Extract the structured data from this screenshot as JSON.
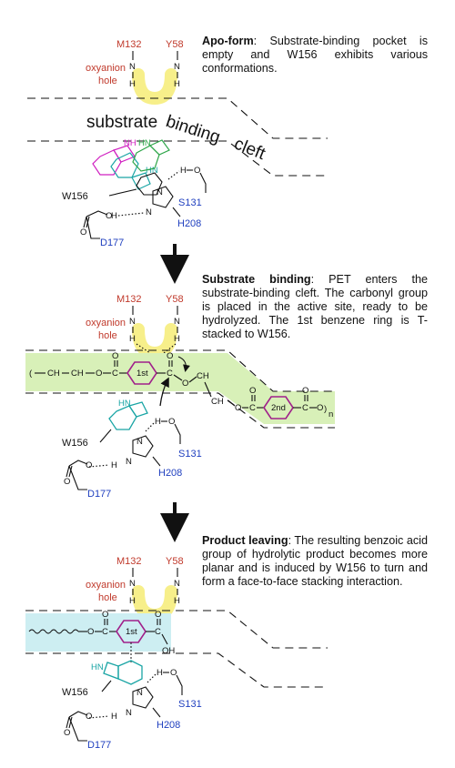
{
  "panels": [
    {
      "heading": "Apo-form",
      "text": "Substrate-binding pocket is empty and W156 exhibits various conformations."
    },
    {
      "heading": "Substrate binding",
      "text": "PET enters the substrate-binding cleft. The carbonyl group is placed in the active site, ready to be hydrolyzed. The 1st benzene ring is T-stacked to W156."
    },
    {
      "heading": "Product leaving",
      "text": "The resulting benzoic acid group of hydrolytic product becomes more planar and is induced by W156 to turn and form a face-to-face stacking interaction."
    }
  ],
  "labels": {
    "m132": "M132",
    "y58": "Y58",
    "oxyanion_line1": "oxyanion",
    "oxyanion_line2": "hole",
    "w156": "W156",
    "s131": "S131",
    "h208": "H208",
    "d177": "D177",
    "cleft_word1": "substrate",
    "cleft_word2": "binding",
    "cleft_word3": "cleft",
    "ring_1st": "1st",
    "ring_2nd": "2nd",
    "subscript_n": "n",
    "hydroxyl": "OH"
  },
  "colors": {
    "residue_red": "#c0392b",
    "residue_blue": "#1f3fbf",
    "yellow_highlight": "#f7ef8a",
    "green_highlight": "#d8f0b8",
    "cyan_highlight": "#cdeef2",
    "ring_magenta": "#a0208a",
    "tryptophan_cyan": "#1aa5a5",
    "tryptophan_green": "#2fa64a",
    "tryptophan_magenta": "#d020c0"
  }
}
